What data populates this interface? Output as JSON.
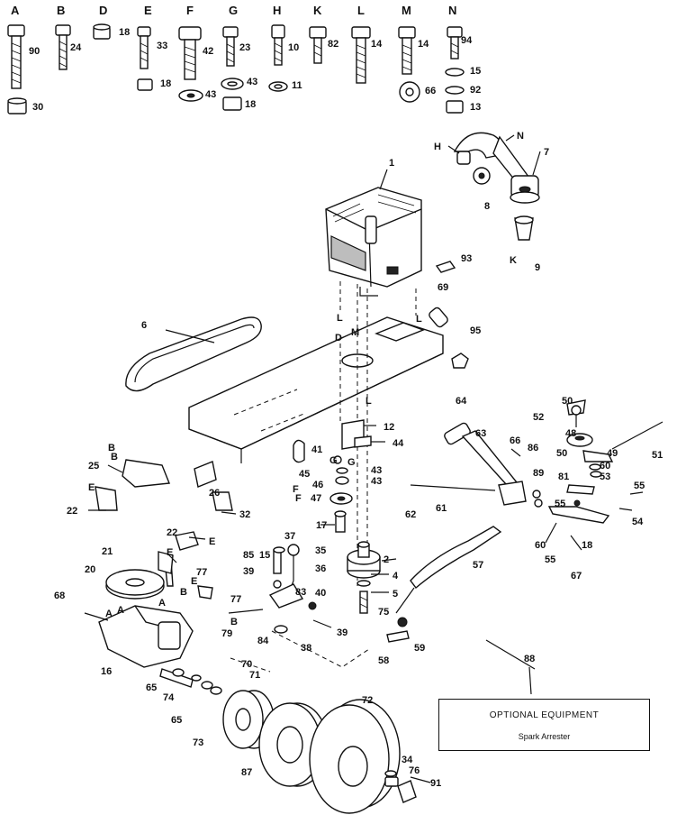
{
  "hardware_letters": [
    "A",
    "B",
    "D",
    "E",
    "F",
    "G",
    "H",
    "K",
    "L",
    "M",
    "N"
  ],
  "hardware_numbers": [
    "90",
    "30",
    "24",
    "18",
    "33",
    "18",
    "42",
    "43",
    "23",
    "43",
    "18",
    "10",
    "11",
    "82",
    "14",
    "14",
    "66",
    "94",
    "15",
    "92",
    "13"
  ],
  "callout_numbers": [
    "1",
    "7",
    "8",
    "9",
    "93",
    "69",
    "95",
    "6",
    "12",
    "44",
    "41",
    "43",
    "43",
    "45",
    "46",
    "47",
    "17",
    "25",
    "26",
    "22",
    "32",
    "22",
    "21",
    "20",
    "77",
    "77",
    "79",
    "85",
    "15",
    "37",
    "35",
    "36",
    "39",
    "83",
    "40",
    "39",
    "84",
    "38",
    "2",
    "4",
    "5",
    "75",
    "59",
    "58",
    "68",
    "16",
    "70",
    "71",
    "65",
    "74",
    "65",
    "73",
    "87",
    "72",
    "34",
    "76",
    "91",
    "64",
    "63",
    "66",
    "86",
    "62",
    "61",
    "89",
    "50",
    "52",
    "48",
    "50",
    "49",
    "51",
    "60",
    "53",
    "81",
    "55",
    "55",
    "54",
    "18",
    "57",
    "60",
    "55",
    "67",
    "88"
  ],
  "callout_letters": [
    "H",
    "N",
    "K",
    "L",
    "L",
    "D",
    "M",
    "L",
    "G",
    "G",
    "F",
    "F",
    "B",
    "B",
    "E",
    "E",
    "E",
    "E",
    "B",
    "A",
    "A",
    "A",
    "B"
  ],
  "panel": {
    "title": "OPTIONAL EQUIPMENT",
    "item": "Spark Arrester"
  }
}
